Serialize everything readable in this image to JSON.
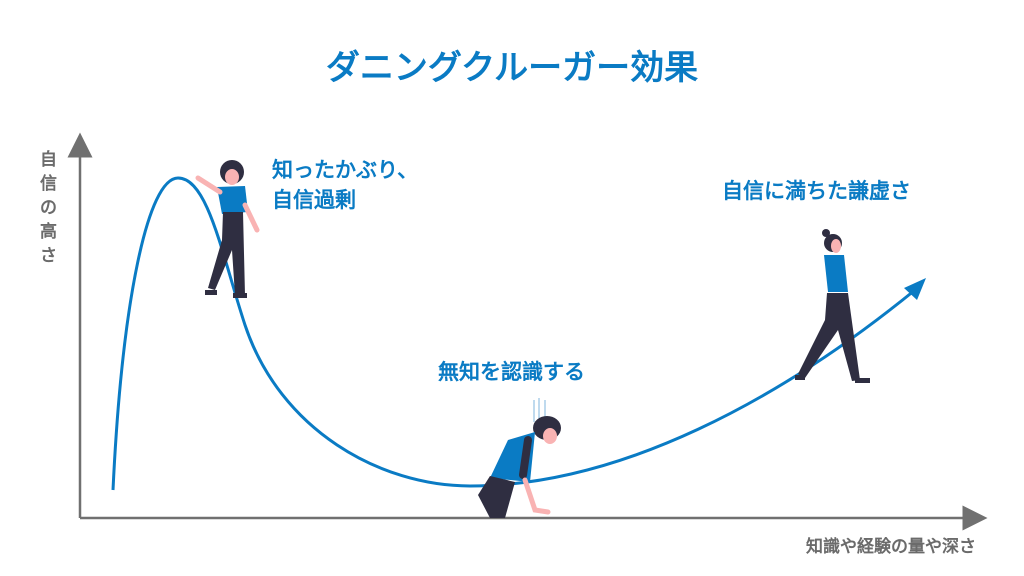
{
  "title": "ダニングクルーガー効果",
  "axes": {
    "y_label": "自信の高さ",
    "x_label": "知識や経験の量や深さ"
  },
  "stages": [
    {
      "line1": "知ったかぶり、",
      "line2": "自信過剰"
    },
    {
      "line1": "無知を認識する"
    },
    {
      "line1": "自信に満ちた謙虚さ"
    }
  ],
  "colors": {
    "accent": "#0a7bc4",
    "axis": "#707070",
    "figure_dark": "#2f2e41",
    "skin": "#f9b3b3"
  }
}
